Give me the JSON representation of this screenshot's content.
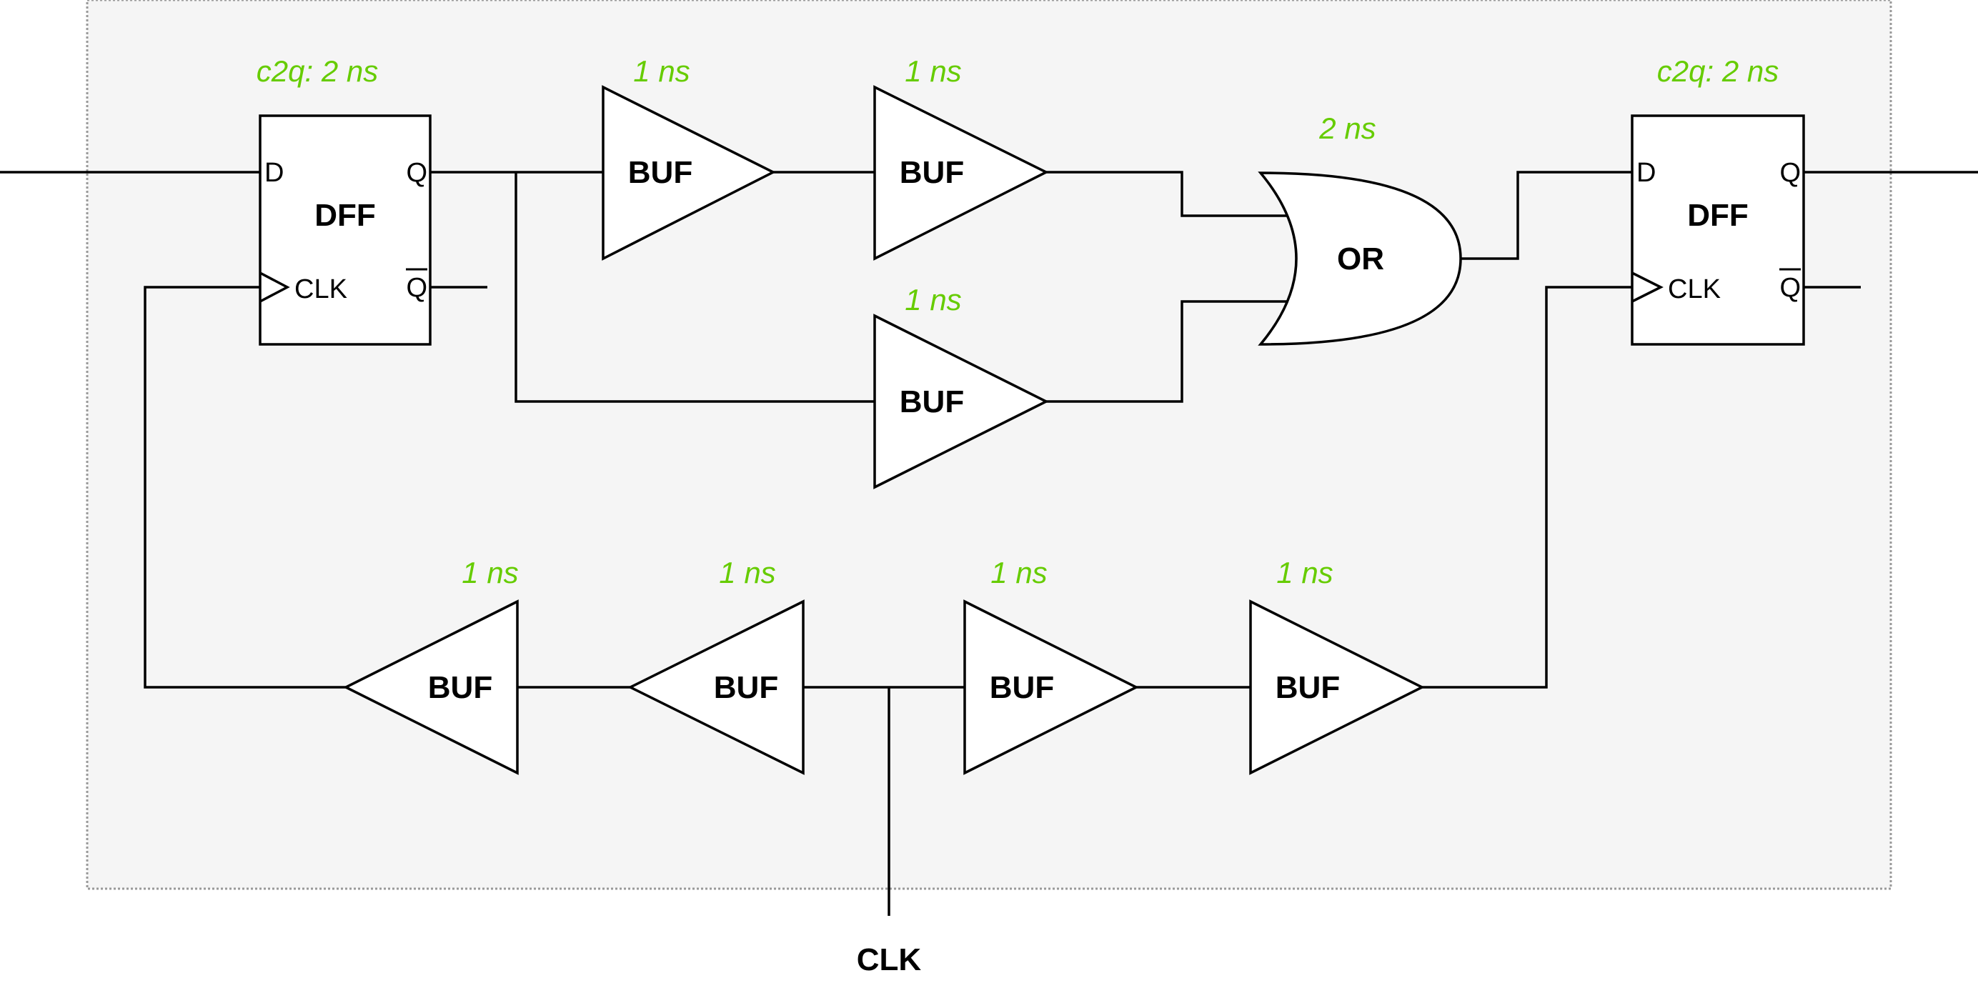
{
  "colors": {
    "delay_text": "#66cc00",
    "circuit_box_fill": "#f5f5f5",
    "circuit_box_border": "#999999",
    "wire": "#000000"
  },
  "dff_left": {
    "title": "DFF",
    "pin_d": "D",
    "pin_q": "Q",
    "pin_qbar": "Q",
    "pin_clk": "CLK",
    "delay": "c2q: 2 ns"
  },
  "dff_right": {
    "title": "DFF",
    "pin_d": "D",
    "pin_q": "Q",
    "pin_qbar": "Q",
    "pin_clk": "CLK",
    "delay": "c2q: 2 ns"
  },
  "data_path": {
    "buf_1": {
      "label": "BUF",
      "delay": "1 ns"
    },
    "buf_2": {
      "label": "BUF",
      "delay": "1 ns"
    },
    "buf_3": {
      "label": "BUF",
      "delay": "1 ns"
    },
    "or_gate": {
      "label": "OR",
      "delay": "2 ns"
    }
  },
  "clock_tree": {
    "left_buf_1": {
      "label": "BUF",
      "delay": "1 ns"
    },
    "left_buf_2": {
      "label": "BUF",
      "delay": "1 ns"
    },
    "right_buf_1": {
      "label": "BUF",
      "delay": "1 ns"
    },
    "right_buf_2": {
      "label": "BUF",
      "delay": "1 ns"
    },
    "clk_input": "CLK"
  }
}
